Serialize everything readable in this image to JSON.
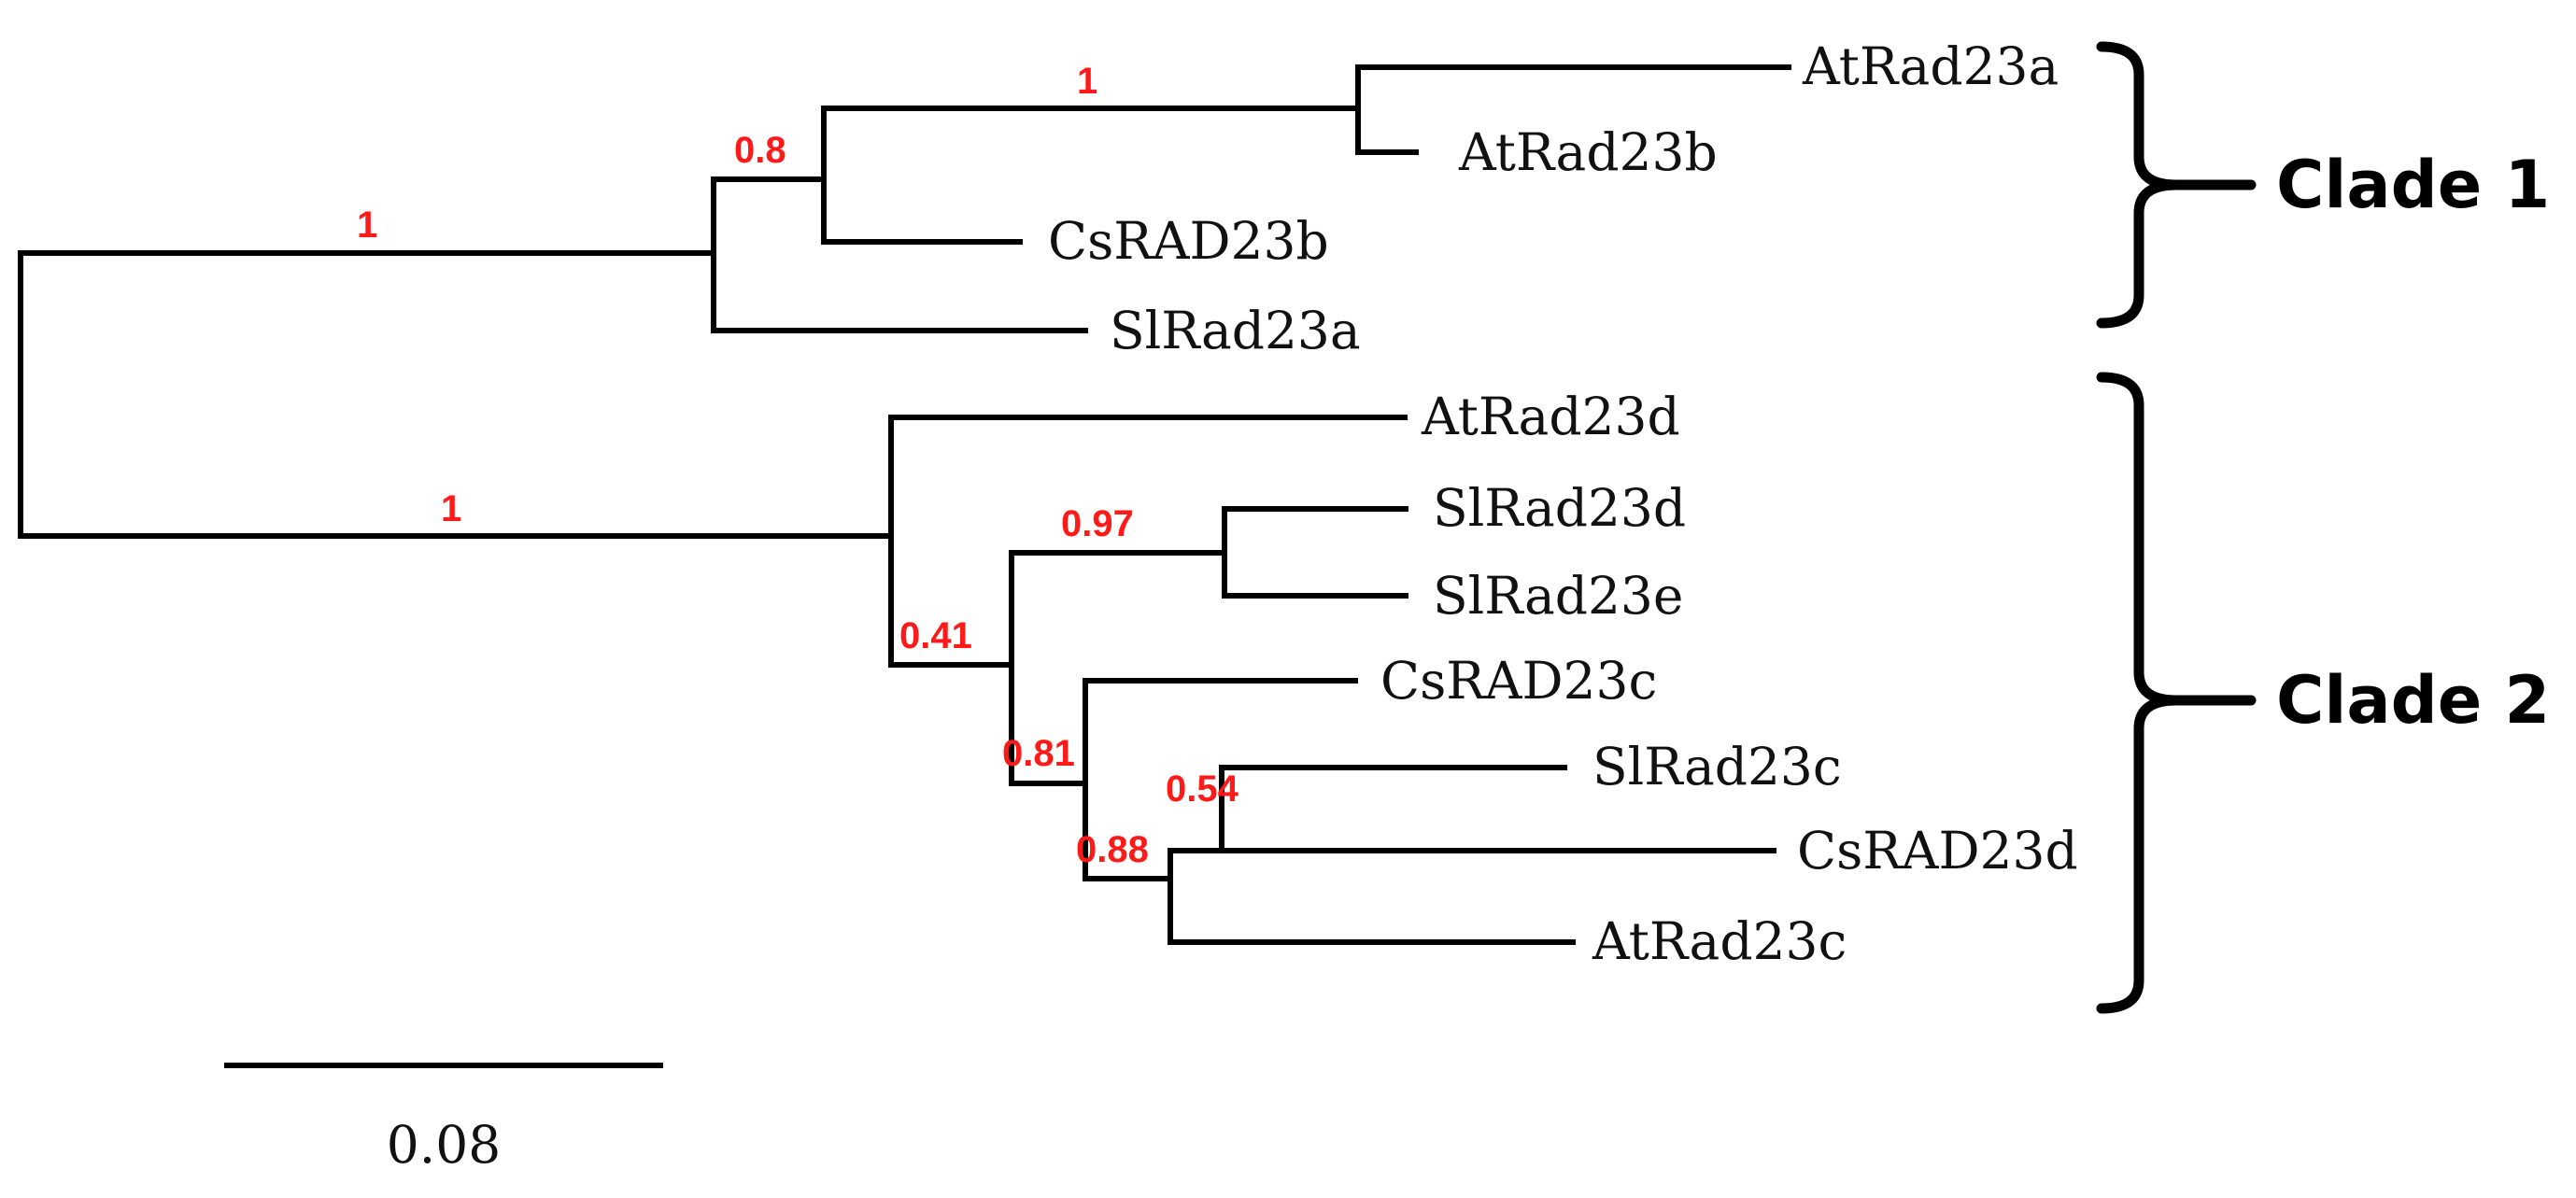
{
  "leaves": [
    {
      "id": "AtRad23a",
      "label": "AtRad23a"
    },
    {
      "id": "AtRad23b",
      "label": "AtRad23b"
    },
    {
      "id": "CsRAD23b",
      "label": "CsRAD23b"
    },
    {
      "id": "SlRad23a",
      "label": "SlRad23a"
    },
    {
      "id": "AtRad23d",
      "label": "AtRad23d"
    },
    {
      "id": "SlRad23d",
      "label": "SlRad23d"
    },
    {
      "id": "SlRad23e",
      "label": "SlRad23e"
    },
    {
      "id": "CsRAD23c",
      "label": "CsRAD23c"
    },
    {
      "id": "SlRad23c",
      "label": "SlRad23c"
    },
    {
      "id": "CsRAD23d",
      "label": "CsRAD23d"
    },
    {
      "id": "AtRad23c",
      "label": "AtRad23c"
    }
  ],
  "support_values": {
    "clade1_root": "1",
    "clade1_inner": "0.8",
    "atrad23ab": "1",
    "clade2_root": "1",
    "clade2_inner": "0.41",
    "slrad23de": "0.97",
    "clade2_lower": "0.81",
    "slrad23c_csrad23d": "0.54",
    "clade2_lowest": "0.88"
  },
  "clades": [
    {
      "id": "clade-1",
      "label": "Clade 1",
      "members": [
        "AtRad23a",
        "AtRad23b",
        "CsRAD23b",
        "SlRad23a"
      ]
    },
    {
      "id": "clade-2",
      "label": "Clade 2",
      "members": [
        "AtRad23d",
        "SlRad23d",
        "SlRad23e",
        "CsRAD23c",
        "SlRad23c",
        "CsRAD23d",
        "AtRad23c"
      ]
    }
  ],
  "scale_bar": {
    "label": "0.08"
  },
  "colors": {
    "branch": "#000000",
    "support": "#ff1a1a",
    "text": "#111111"
  }
}
